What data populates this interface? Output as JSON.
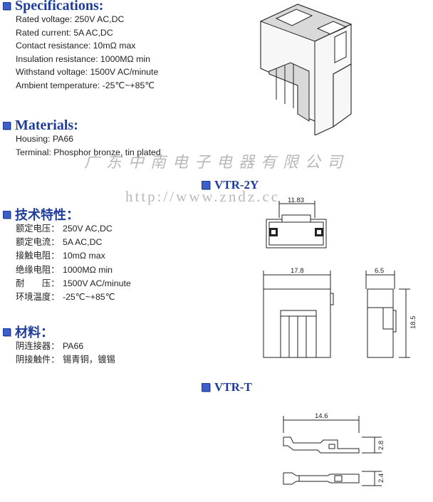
{
  "specifications": {
    "title": "Specifications:",
    "lines": [
      "Rated voltage: 250V  AC,DC",
      "Rated current: 5A  AC,DC",
      "Contact resistance: 10mΩ max",
      "Insulation resistance: 1000MΩ  min",
      "Withstand voltage: 1500V  AC/minute",
      "Ambient temperature: -25℃~+85℃"
    ]
  },
  "materials": {
    "title": "Materials:",
    "lines": [
      "Housing: PA66",
      "Terminal: Phosphor bronze, tin plated"
    ]
  },
  "watermark": {
    "company": "广东中南电子电器有限公司",
    "url": "http://www.zndz.cc"
  },
  "model_housing": "VTR-2Y",
  "model_terminal": "VTR-T",
  "cn_specs": {
    "title": "技术特性：",
    "rows": [
      {
        "k": "额定电压：",
        "v": "250V  AC,DC"
      },
      {
        "k": "额定电流：",
        "v": "5A  AC,DC"
      },
      {
        "k": "接触电阻：",
        "v": "10mΩ max"
      },
      {
        "k": "绝缘电阻：",
        "v": "1000MΩ  min"
      },
      {
        "k": "耐　　压：",
        "v": "1500V  AC/minute"
      },
      {
        "k": "环境温度：",
        "v": "-25℃~+85℃"
      }
    ]
  },
  "cn_materials": {
    "title": "材料：",
    "rows": [
      {
        "k": "阴连接器：",
        "v": "PA66"
      },
      {
        "k": "阴接触件：",
        "v": "锡青铜，镀锡"
      }
    ]
  },
  "dimensions": {
    "top_width": "11.83",
    "front_width": "17.8",
    "side_width": "6.5",
    "side_height": "18.5",
    "terminal_length": "14.6",
    "terminal_height": "2.8",
    "terminal_width": "2.4"
  },
  "colors": {
    "heading": "#1e3c9c",
    "bullet": "#3d5fc8",
    "watermark": "#b9b9b9"
  }
}
